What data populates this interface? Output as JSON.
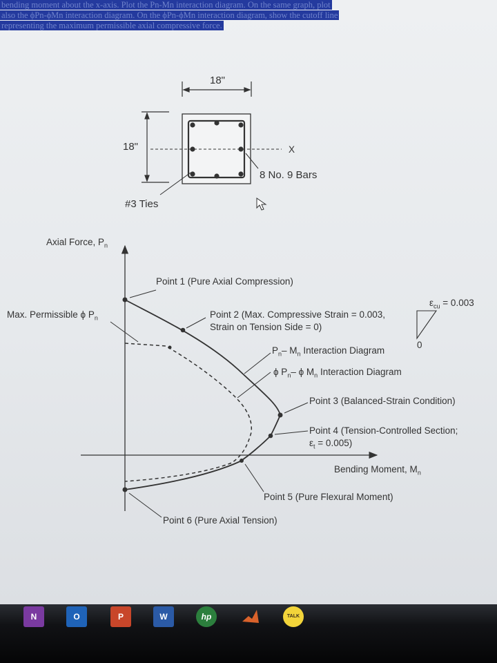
{
  "question_text": {
    "lines": [
      "bending moment about the x-axis. Plot the Pn-Mn interaction diagram. On the same graph, plot",
      "also the ϕPn-ϕMn interaction diagram. On the ϕPn-ϕMn interaction diagram, show the cutoff line",
      "representing the maximum permissible axial compressive force."
    ]
  },
  "section": {
    "width_label": "18\"",
    "height_label": "18\"",
    "axis_label": "X",
    "bars_label": "8 No. 9 Bars",
    "ties_label": "#3 Ties"
  },
  "plot": {
    "y_axis_label": "Axial Force, P",
    "y_axis_sub": "n",
    "x_axis_label": "Bending Moment, M",
    "x_axis_sub": "n",
    "max_perm_label": "Max. Permissible ϕ P",
    "max_perm_sub": "n",
    "point1": "Point 1 (Pure Axial Compression)",
    "point2_line1": "Point 2 (Max. Compressive Strain = 0.003,",
    "point2_line2": "Strain on Tension Side = 0)",
    "pn_mn_label": "P",
    "pn_mn_rest": "– M",
    "pn_mn_tail": " Interaction Diagram",
    "phi_label": "ϕ P",
    "phi_rest": "– ϕ M",
    "phi_tail": " Interaction Diagram",
    "point3": "Point 3 (Balanced-Strain Condition)",
    "point4_line1": "Point 4 (Tension-Controlled Section;",
    "point4_line2": "ε",
    "point4_line2_sub": "t",
    "point4_line2_rest": " = 0.005)",
    "point5": "Point 5 (Pure Flexural Moment)",
    "point6": "Point 6 (Pure Axial Tension)",
    "strain_top": "ε",
    "strain_top_sub": "cu",
    "strain_top_rest": " = 0.003",
    "strain_zero": "0"
  },
  "taskbar": {
    "apps": [
      {
        "name": "onenote",
        "label": "N",
        "color": "#7a3aa0"
      },
      {
        "name": "outlook",
        "label": "O",
        "color": "#1f63b8"
      },
      {
        "name": "powerpoint",
        "label": "P",
        "color": "#c8462a"
      },
      {
        "name": "word",
        "label": "W",
        "color": "#2b5aa6"
      },
      {
        "name": "hp",
        "label": "hp",
        "color": "#2c7f3d"
      },
      {
        "name": "matlab",
        "label": "",
        "color": "#d9622b"
      },
      {
        "name": "kakaotalk",
        "label": "TALK",
        "color": "#f2d43a"
      }
    ]
  },
  "colors": {
    "ink": "#333333",
    "selection": "#243a9e"
  }
}
